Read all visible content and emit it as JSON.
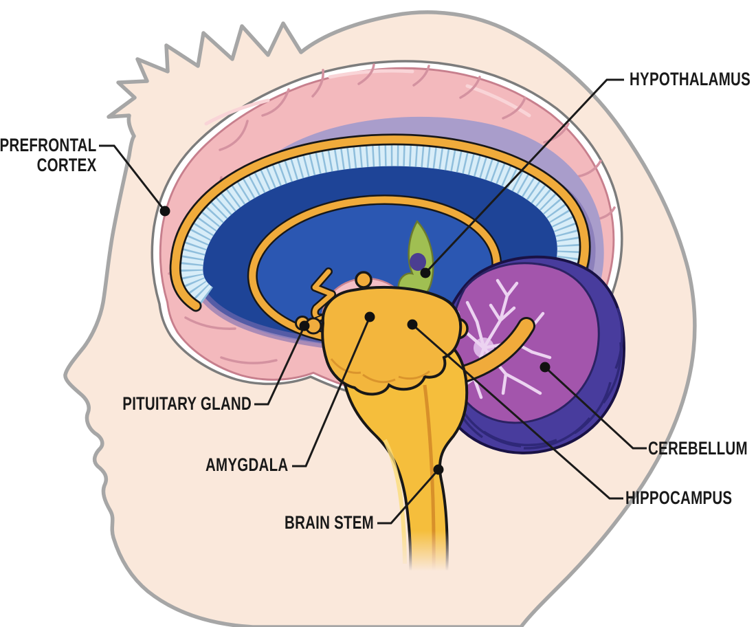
{
  "figure": {
    "type": "anatomical-diagram",
    "subject": "Sagittal section of the human brain inside a child's head profile",
    "labels": [
      {
        "id": "prefrontal-cortex",
        "lines": [
          "PREFRONTAL",
          "CORTEX"
        ]
      },
      {
        "id": "hypothalamus",
        "text": "HYPOTHALAMUS"
      },
      {
        "id": "pituitary-gland",
        "text": "PITUITARY GLAND"
      },
      {
        "id": "amygdala",
        "text": "AMYGDALA"
      },
      {
        "id": "brain-stem",
        "text": "BRAIN STEM"
      },
      {
        "id": "cerebellum",
        "text": "CEREBELLUM"
      },
      {
        "id": "hippocampus",
        "text": "HIPPOCAMPUS"
      }
    ],
    "colors": {
      "background": "#FFFFFF",
      "skin": "#FAE8DB",
      "head_outline": "#A6A6A6",
      "cortex_pink": "#F3B9BD",
      "gyri_rose": "#D492A0",
      "subcortex_lavender": "#A99DCB",
      "ventricle_blue": "#1E4497",
      "inner_ventricle_blue": "#2B57B2",
      "corpus_callosum_light_blue": "#D8EDF8",
      "fornix_yellow": "#F0AB3B",
      "brainstem_yellow": "#F5BE3C",
      "thalamus_pink": "#F4BFC7",
      "hypothalamus_green": "#A0BF52",
      "cerebellum_violet": "#483C9D",
      "cerebellum_magenta": "#A355AC",
      "arbor_vitae": "#ECD3F1",
      "label_text": "#191919"
    }
  }
}
